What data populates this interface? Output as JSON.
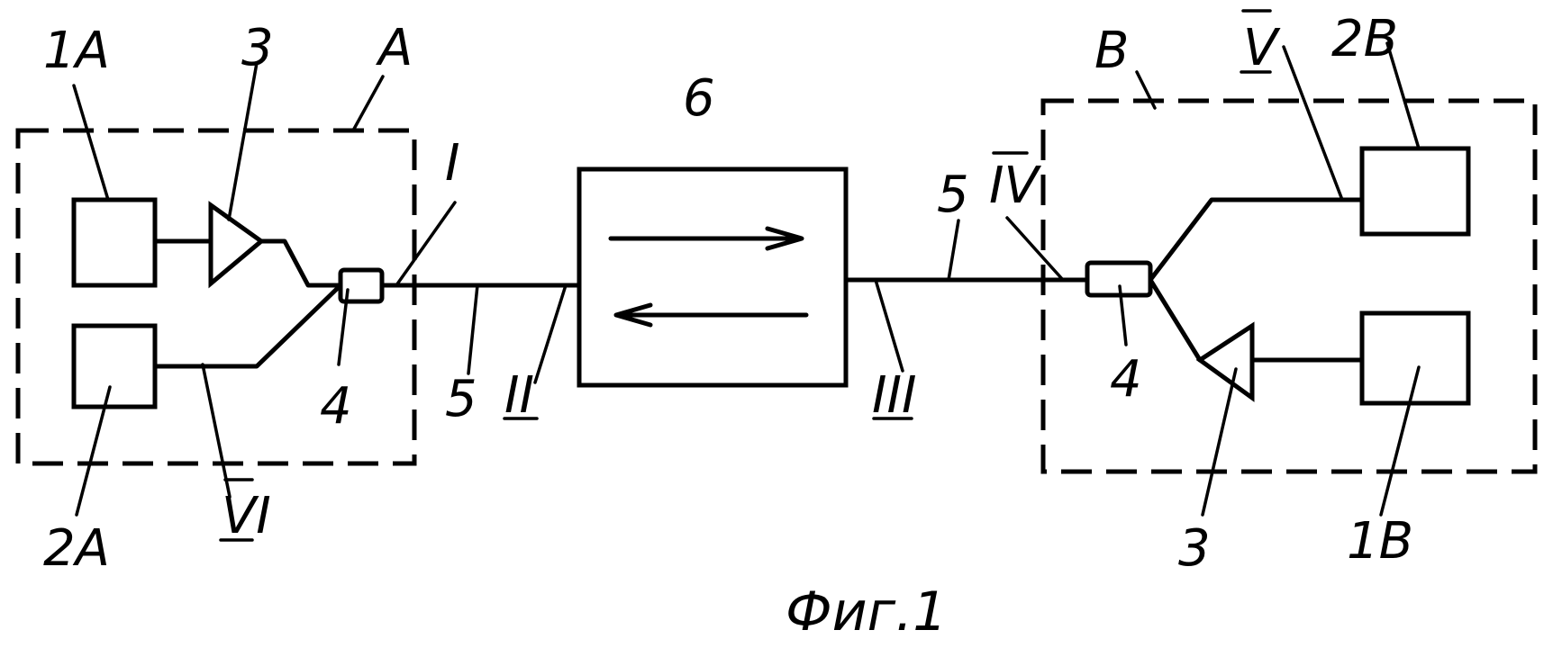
{
  "labels": {
    "block_A": "A",
    "block_B": "B",
    "source_1A": "1A",
    "receiver_2A": "2A",
    "source_1B": "1B",
    "receiver_2B": "2B",
    "amplifier_left": "3",
    "amplifier_right": "3",
    "coupler_left": "4",
    "coupler_right": "4",
    "fiber_left": "5",
    "fiber_right": "5",
    "device_6": "6",
    "point_I": "I",
    "point_II": "II",
    "point_III": "III",
    "point_IV": "IV",
    "point_V": "V",
    "point_VI": "VI"
  },
  "caption": "Фиг.1"
}
